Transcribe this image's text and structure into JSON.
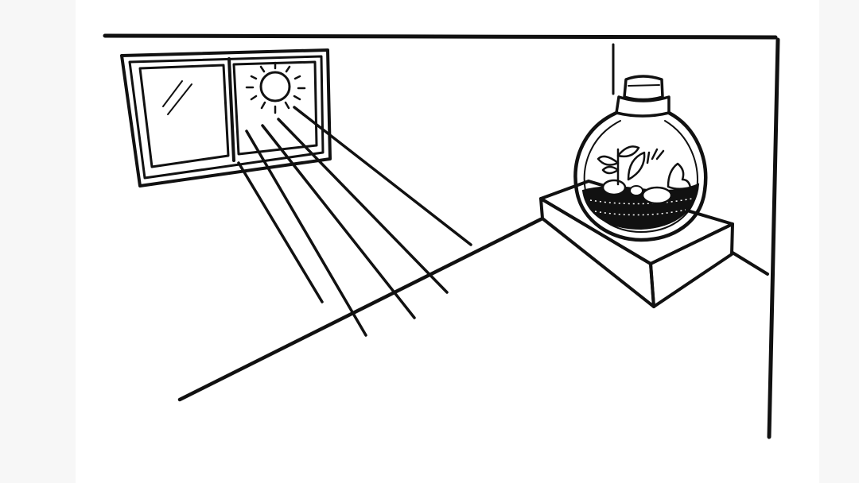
{
  "illustration": {
    "style": "black line-art drawing",
    "colors": {
      "ink": "#111111",
      "paper": "#ffffff",
      "outer_margin": "#f7f7f7"
    },
    "elements": [
      "ceiling-line",
      "wall-corner",
      "floor-line",
      "window",
      "sun-icon",
      "light-rays",
      "wall-shelf",
      "terrarium-jar"
    ],
    "text": []
  }
}
